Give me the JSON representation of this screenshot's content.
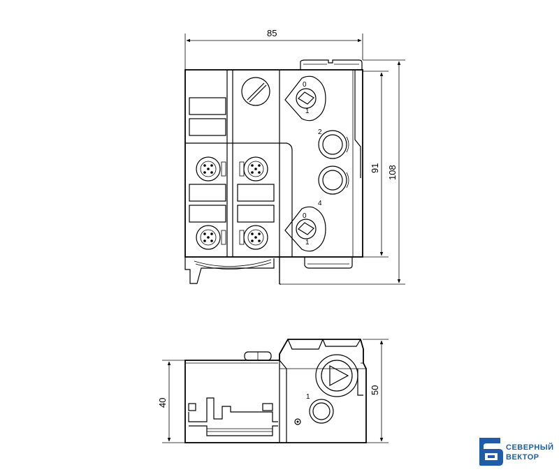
{
  "dimensions": {
    "top_width": "85",
    "top_height_inner": "91",
    "top_height_outer": "108",
    "side_height_left": "40",
    "side_height_right": "50"
  },
  "labels": {
    "switch_upper_0": "0",
    "switch_upper_1": "1",
    "port_2": "2",
    "port_4": "4",
    "switch_lower_0": "0",
    "switch_lower_1": "1",
    "side_port_1": "1"
  },
  "brand": {
    "line1": "СЕВЕРНЫЙ",
    "line2": "ВЕКТОР",
    "color": "#1f5da8"
  }
}
